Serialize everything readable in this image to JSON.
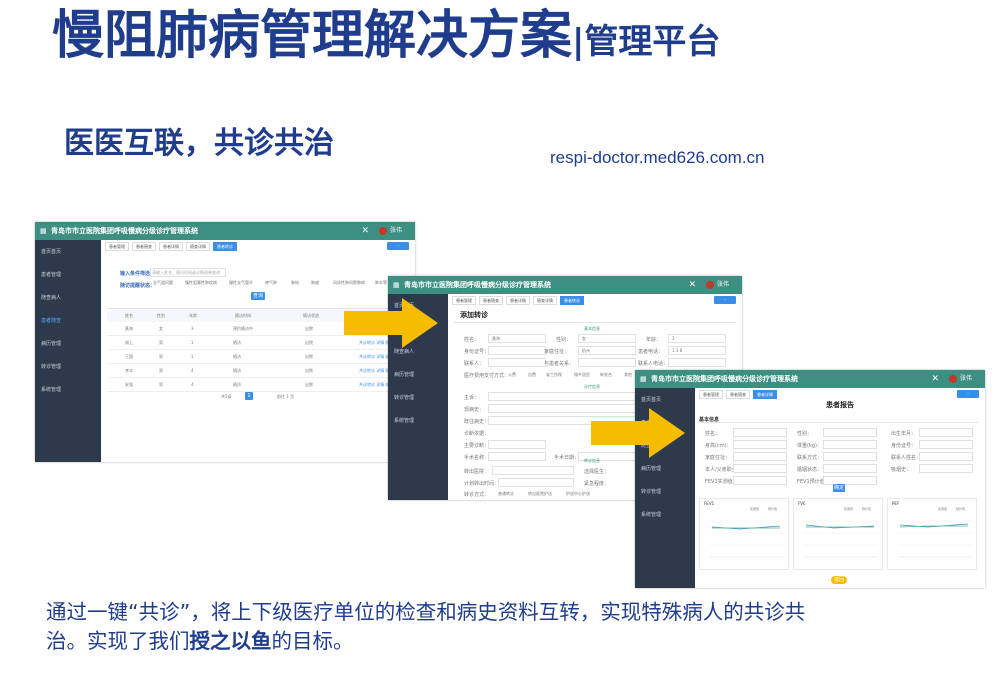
{
  "slide": {
    "title_main": "慢阻肺病管理解决方案",
    "title_sub": "|管理平台",
    "subtitle": "医医互联，共诊共治",
    "url": "respi-doctor.med626.com.cn",
    "caption_part1": "通过一键“共诊”，将上下级医疗单位的检查和病史资料互转，实现特殊病人的共诊共治。实现了我们",
    "caption_bold": "授之以鱼",
    "caption_part2": "的目标。"
  },
  "app": {
    "system_title": "青岛市市立医院集团呼吸慢病分级诊疗管理系统",
    "user_label": "张伟",
    "close_glyph": "✕",
    "grid_glyph": "▦"
  },
  "screen1": {
    "sidebar": [
      "首页首页",
      "患者管理",
      "随查病人",
      "患者随查",
      "病历管理",
      "转诊管理",
      "系统管理"
    ],
    "tabs": [
      "患者管理",
      "患者随查",
      "患者详情",
      "随查详情",
      "患者转诊"
    ],
    "filter_label": "输入条件筛选：",
    "filter_placeholder": "请输入姓名、随访时间或诊断结果查询",
    "status_label": "随访提醒状态：",
    "status_options": [
      "全气道问题",
      "慢性阻塞性肺疾病",
      "慢性支气管炎",
      "哮气肿",
      "肺结",
      "肺癌",
      "间质性肺间肥肺病",
      "肺炎等"
    ],
    "search_btn": "查询",
    "columns": [
      "姓名",
      "性别",
      "年龄",
      "随访时间",
      "随访状态",
      "操作"
    ],
    "rows": [
      {
        "name": "黄海",
        "sex": "女",
        "age": "3",
        "time": "预约随访中",
        "status": "出院"
      },
      {
        "name": "周上",
        "sex": "男",
        "age": "1",
        "time": "随访",
        "status": "出院"
      },
      {
        "name": "王国",
        "sex": "男",
        "age": "1",
        "time": "随访",
        "status": "出院"
      },
      {
        "name": "李丰",
        "sex": "男",
        "age": "4",
        "time": "随访",
        "status": "出院"
      },
      {
        "name": "安强",
        "sex": "男",
        "age": "4",
        "time": "随访",
        "status": "出院"
      }
    ],
    "row_actions": "共诊转诊 详情 随访",
    "pager_total": "共5条",
    "pager_page": "1",
    "pager_goto": "前往 1 页"
  },
  "screen2": {
    "heading": "添加转诊",
    "section1": "基本信息",
    "section2": "诊疗信息",
    "section3": "转诊信息",
    "labels": [
      "姓名：",
      "性别：",
      "年龄：",
      "身份证号：",
      "家庭住址：",
      "患者电话：",
      "联系人：",
      "与患者关系：",
      "联系人电话：",
      "医疗费用支付方式："
    ],
    "values": [
      "黄海",
      "女",
      "3",
      "",
      "杭州",
      "1 3 8",
      "",
      "",
      "",
      ""
    ],
    "pay_options": [
      "公费",
      "自费",
      "省工伤保",
      "城乡居民",
      "新农合",
      "其他"
    ],
    "diag_labels": [
      "主诉：",
      "现病史：",
      "既往病史：",
      "诊断依据：",
      "主要诊断：",
      "手术名称：",
      "手术日期："
    ],
    "transfer_labels": [
      "转出医院：",
      "选择医生：",
      "计划转出时间：",
      "紧急程度：",
      "转诊方式："
    ],
    "transfer_options": [
      "普通转诊",
      "转出医院护送",
      "护送中心护送"
    ]
  },
  "screen3": {
    "heading": "患者报告",
    "section": "基本信息",
    "fields": [
      "姓名：",
      "性别：",
      "出生年月：",
      "身高(cm)：",
      "体重(kg)：",
      "身份证号：",
      "家庭住址：",
      "联系方式：",
      "联系人姓名：",
      "本人/父亲职业：",
      "婚姻状态：",
      "吸烟史：",
      "FEV1实测值：",
      "FEV1预计值："
    ],
    "save_btn": "确定",
    "charts": [
      {
        "title": "FEV1",
        "legend": [
          "实测值",
          "预计值"
        ]
      },
      {
        "title": "FVC",
        "legend": [
          "实测值",
          "预计值"
        ]
      },
      {
        "title": "PEF",
        "legend": [
          "实测值",
          "预计值"
        ]
      }
    ],
    "bottom_btn": "返回"
  },
  "colors": {
    "brand_blue": "#1f3d8c",
    "header_teal": "#3d8f82",
    "sidebar_dark": "#2d3a4b",
    "accent_blue": "#3a8ee6",
    "arrow_yellow": "#f6bd00"
  }
}
